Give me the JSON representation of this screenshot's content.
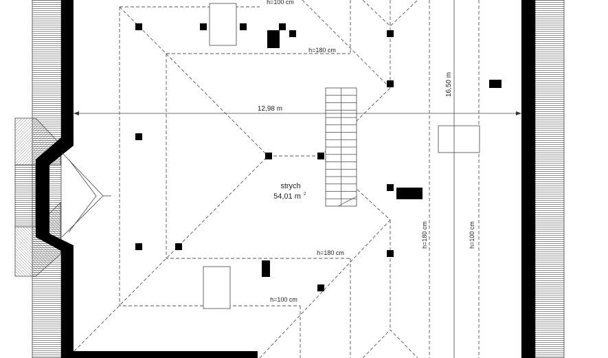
{
  "room": {
    "name": "strych",
    "area": "54,01 m",
    "area_sup": "2"
  },
  "dimensions": {
    "width": "12,98 m",
    "length": "16,50 m"
  },
  "heights": {
    "top": "h=100 cm",
    "upper_inner": "h=180 cm",
    "lower_inner": "h=180 cm",
    "bottom": "h=100 cm",
    "right_inner": "h=180 cm",
    "right_outer": "h=100 cm"
  },
  "colors": {
    "wall": "#000000",
    "line": "#555555"
  }
}
